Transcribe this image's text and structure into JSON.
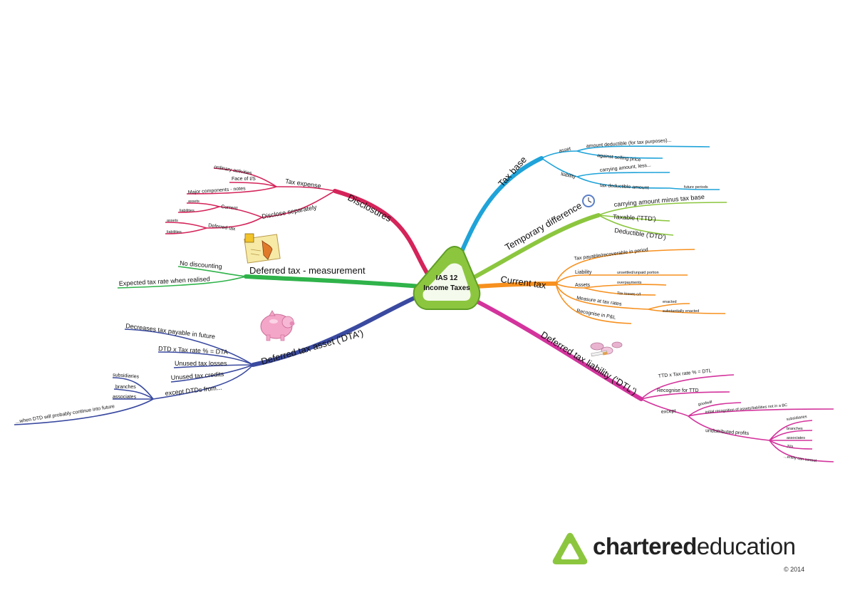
{
  "center": {
    "line1": "IAS 12",
    "line2": "Income Taxes"
  },
  "colors": {
    "disclosures": "#d4245a",
    "tax_base": "#1fa3d9",
    "temporary": "#8cc63f",
    "current": "#f7901e",
    "dtl": "#d3339c",
    "dta": "#3a4aa0",
    "measurement": "#2fb34a",
    "logo": "#8cc63f"
  },
  "branches": {
    "disclosures": {
      "label": "Disclosures",
      "tax_expense": "Tax expense",
      "ordinary": "ordinary activities",
      "face": "Face of I/S",
      "major": "Major components - notes",
      "disclose_sep": "Disclose separately",
      "current": "Current",
      "deferred": "Deferred tax",
      "assets1": "assets",
      "liabilities1": "liabilities",
      "assets2": "assets",
      "liabilities2": "liabilities"
    },
    "tax_base": {
      "label": "Tax base",
      "asset": "asset",
      "asset_1": "amount deductible (for tax purposes)...",
      "asset_2": "against selling price",
      "liability": "liability",
      "liab_1": "carrying amount, less...",
      "liab_2": "tax deductible amount",
      "liab_3": "future periods"
    },
    "temporary": {
      "label": "Temporary difference",
      "item_1": "carrying amount minus tax base",
      "item_2": "Taxable ('TTD')",
      "item_3": "Deductible ('DTD')"
    },
    "current": {
      "label": "Current tax",
      "payable": "Tax payable/recoverable in period",
      "liability": "Liability",
      "unsettled": "unsettled/unpaid portion",
      "assets": "Assets",
      "overpayments": "overpayments",
      "losses": "Tax losses c/f",
      "measure": "Measure at tax rates",
      "enacted": "enacted",
      "subst": "substantially enacted",
      "recognise": "Recognise in P&L"
    },
    "dtl": {
      "label": "Deferred tax liability ('DTL')",
      "formula": "TTD x Tax rate % = DTL",
      "recognise": "Recognise for TTD",
      "except": "except",
      "goodwill": "goodwill",
      "initial": "initial recognition of assets/liabilities not in a BC",
      "undistributed": "undistributed profits",
      "subsidiaries": "subsidiaries",
      "branches": "branches",
      "associates": "associates",
      "jvs": "JVs",
      "entity": "...entity can control"
    },
    "dta": {
      "label": "Deferred tax asset ('DTA')",
      "decreases": "Decreases tax payable in future",
      "formula": "DTD x Tax rate % = DTA",
      "losses": "Unused tax losses",
      "credits": "Unused tax credits",
      "except": "except DTDs from...",
      "subsidiaries": "subsidiaries",
      "branches": "branches",
      "associates": "associates",
      "when": "...when DTD will probably continue into future"
    },
    "measurement": {
      "label": "Deferred tax - measurement",
      "no_discount": "No discounting",
      "expected": "Expected tax rate when realised"
    }
  },
  "brand": {
    "name_bold": "chartered",
    "name_regular": "education",
    "copyright": "© 2014"
  }
}
